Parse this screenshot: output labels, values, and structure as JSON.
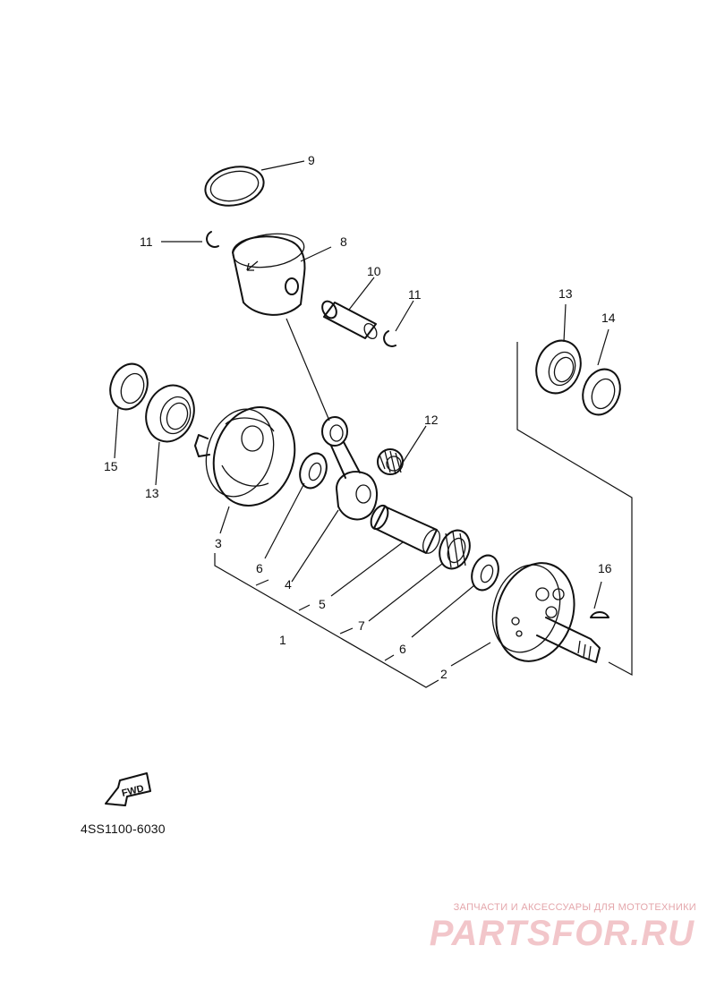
{
  "diagram": {
    "part_numbers": {
      "p1": "1",
      "p2": "2",
      "p3": "3",
      "p4": "4",
      "p5": "5",
      "p6a": "6",
      "p6b": "6",
      "p7": "7",
      "p8": "8",
      "p9": "9",
      "p10": "10",
      "p11a": "11",
      "p11b": "11",
      "p12": "12",
      "p13a": "13",
      "p13b": "13",
      "p14": "14",
      "p15": "15",
      "p16": "16"
    },
    "fwd_label": "FWD",
    "drawing_code": "4SS1100-6030"
  },
  "watermark": {
    "tagline": "ЗАПЧАСТИ И АКСЕССУАРЫ ДЛЯ МОТОТЕХНИКИ",
    "logo": "PARTSFOR.RU",
    "color": "#f2c6ca"
  }
}
